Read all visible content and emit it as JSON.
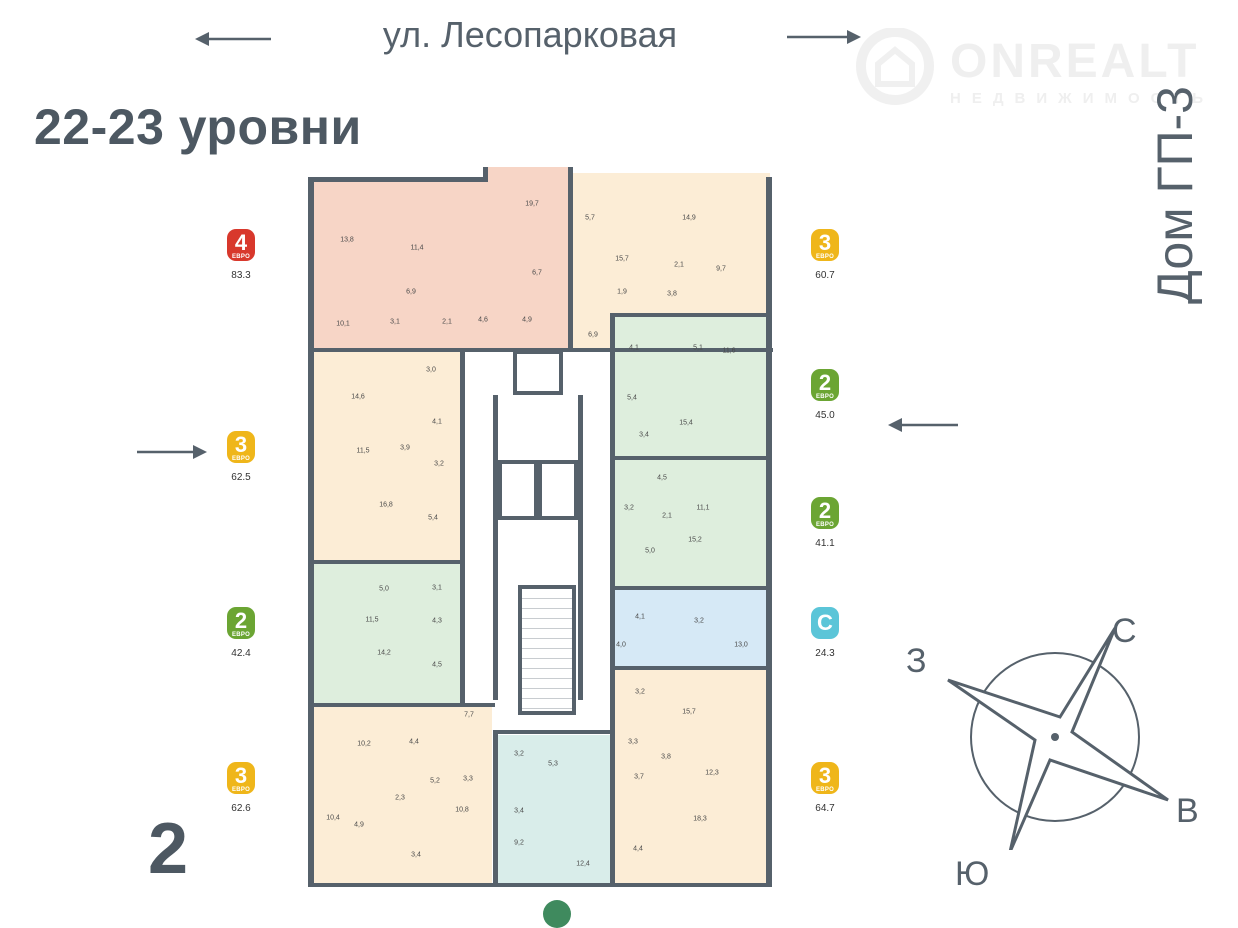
{
  "header": {
    "street": "ул. Лесопарковая",
    "title": "22-23 уровни",
    "house": "Дом ГП-3",
    "floor_number": "2"
  },
  "watermark": {
    "brand": "ONREALT",
    "subtitle": "НЕДВИЖИМОСТЬ"
  },
  "compass": {
    "north": "С",
    "west": "З",
    "east": "В",
    "south": "Ю"
  },
  "colors": {
    "red": "#d8382c",
    "yellow": "#efb61a",
    "green": "#6ba533",
    "cyan": "#5bc5d8",
    "salmon": "#f7d5c6",
    "cream": "#fcedd6",
    "mint": "#deeedd",
    "sky": "#d6e9f6",
    "teal": "#d9edea",
    "wall": "#56616b"
  },
  "apartments": [
    {
      "rooms": "4",
      "type": "ЕВРО",
      "area": "83.3",
      "room_areas": [
        "13,8",
        "11,4",
        "19,7",
        "6,7",
        "6,9",
        "10,1",
        "3,1",
        "2,1",
        "4,6",
        "4,9"
      ]
    },
    {
      "rooms": "3",
      "type": "ЕВРО",
      "area": "60.7",
      "room_areas": [
        "5,7",
        "15,7",
        "14,9",
        "2,1",
        "9,7",
        "1,9",
        "3,8",
        "6,9"
      ]
    },
    {
      "rooms": "3",
      "type": "ЕВРО",
      "area": "62.5",
      "room_areas": [
        "3,0",
        "14,6",
        "4,1",
        "11,5",
        "3,9",
        "3,2",
        "16,8",
        "5,4"
      ]
    },
    {
      "rooms": "2",
      "type": "ЕВРО",
      "area": "45.0",
      "room_areas": [
        "4,1",
        "5,1",
        "11,6",
        "5,4",
        "15,4",
        "3,4"
      ]
    },
    {
      "rooms": "2",
      "type": "ЕВРО",
      "area": "41.1",
      "room_areas": [
        "4,5",
        "3,2",
        "2,1",
        "11,1",
        "15,2",
        "5,0"
      ]
    },
    {
      "rooms": "2",
      "type": "ЕВРО",
      "area": "42.4",
      "room_areas": [
        "5,0",
        "3,1",
        "11,5",
        "4,3",
        "14,2",
        "4,5"
      ]
    },
    {
      "rooms": "С",
      "type": "",
      "area": "24.3",
      "room_areas": [
        "4,1",
        "3,2",
        "4,0",
        "13,0"
      ]
    },
    {
      "rooms": "3",
      "type": "ЕВРО",
      "area": "62.6",
      "room_areas": [
        "7,7",
        "10,2",
        "4,4",
        "5,2",
        "3,3",
        "2,3",
        "10,8",
        "10,4",
        "4,9",
        "3,4"
      ]
    },
    {
      "rooms": "3",
      "type": "ЕВРО",
      "area": "64.7",
      "room_areas": [
        "3,2",
        "15,7",
        "3,3",
        "3,8",
        "3,7",
        "12,3",
        "18,3",
        "4,4"
      ]
    },
    {
      "rooms": "",
      "type": "",
      "area": "",
      "room_areas": [
        "3,2",
        "5,3",
        "3,4",
        "9,2",
        "12,4"
      ]
    }
  ]
}
